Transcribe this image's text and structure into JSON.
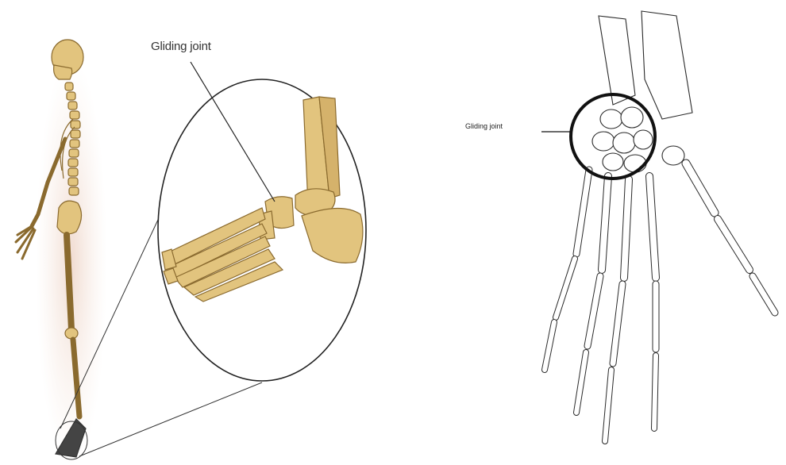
{
  "figure": {
    "left_panel": {
      "label": "Gliding joint",
      "region": "foot",
      "bone_fill": "#e2c47e",
      "bone_stroke": "#8a6a2e"
    },
    "right_panel": {
      "label": "Gliding joint",
      "region": "hand",
      "bone_stroke": "#2a2a2a"
    }
  }
}
